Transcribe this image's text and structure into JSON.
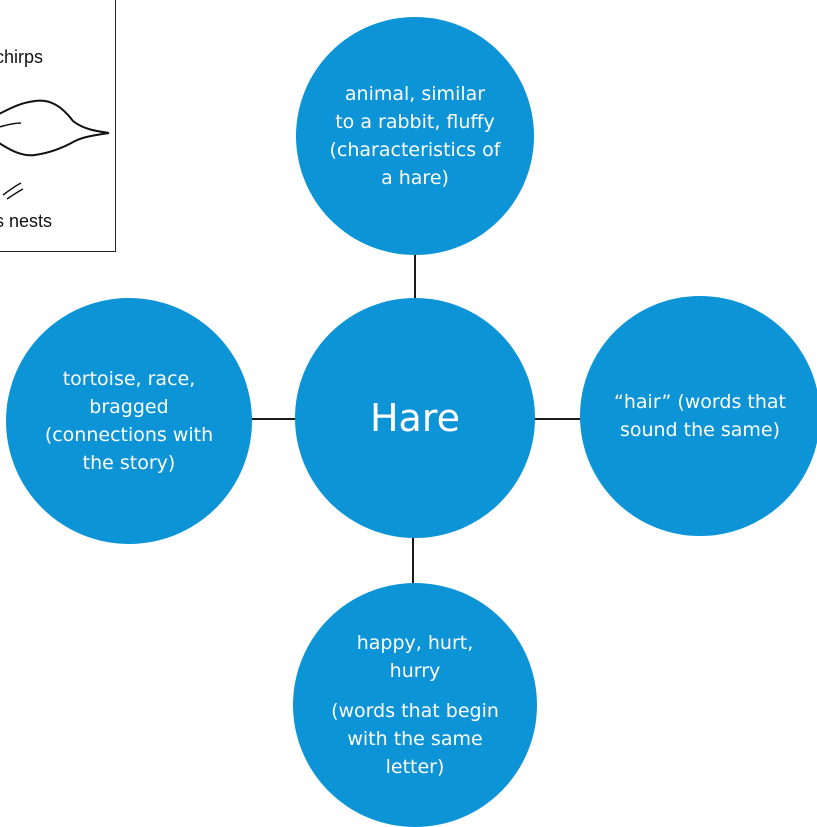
{
  "partial_panel": {
    "label_top": "chirps",
    "label_bottom": "s nests"
  },
  "center": {
    "text": "Hare"
  },
  "top": {
    "text": "animal, similar\nto a rabbit, fluffy\n(characteristics of\na hare)"
  },
  "left": {
    "text": "tortoise, race,\nbragged\n(connections with\nthe story)"
  },
  "right": {
    "text": "“hair” (words that\nsound the same)"
  },
  "bottom": {
    "text_1": "happy, hurt,\nhurry",
    "text_2": "(words that begin\nwith the same\nletter)"
  },
  "colors": {
    "circle": "#0d94d6",
    "circle_text": "#ffffff",
    "connector": "#1a1a1a"
  }
}
